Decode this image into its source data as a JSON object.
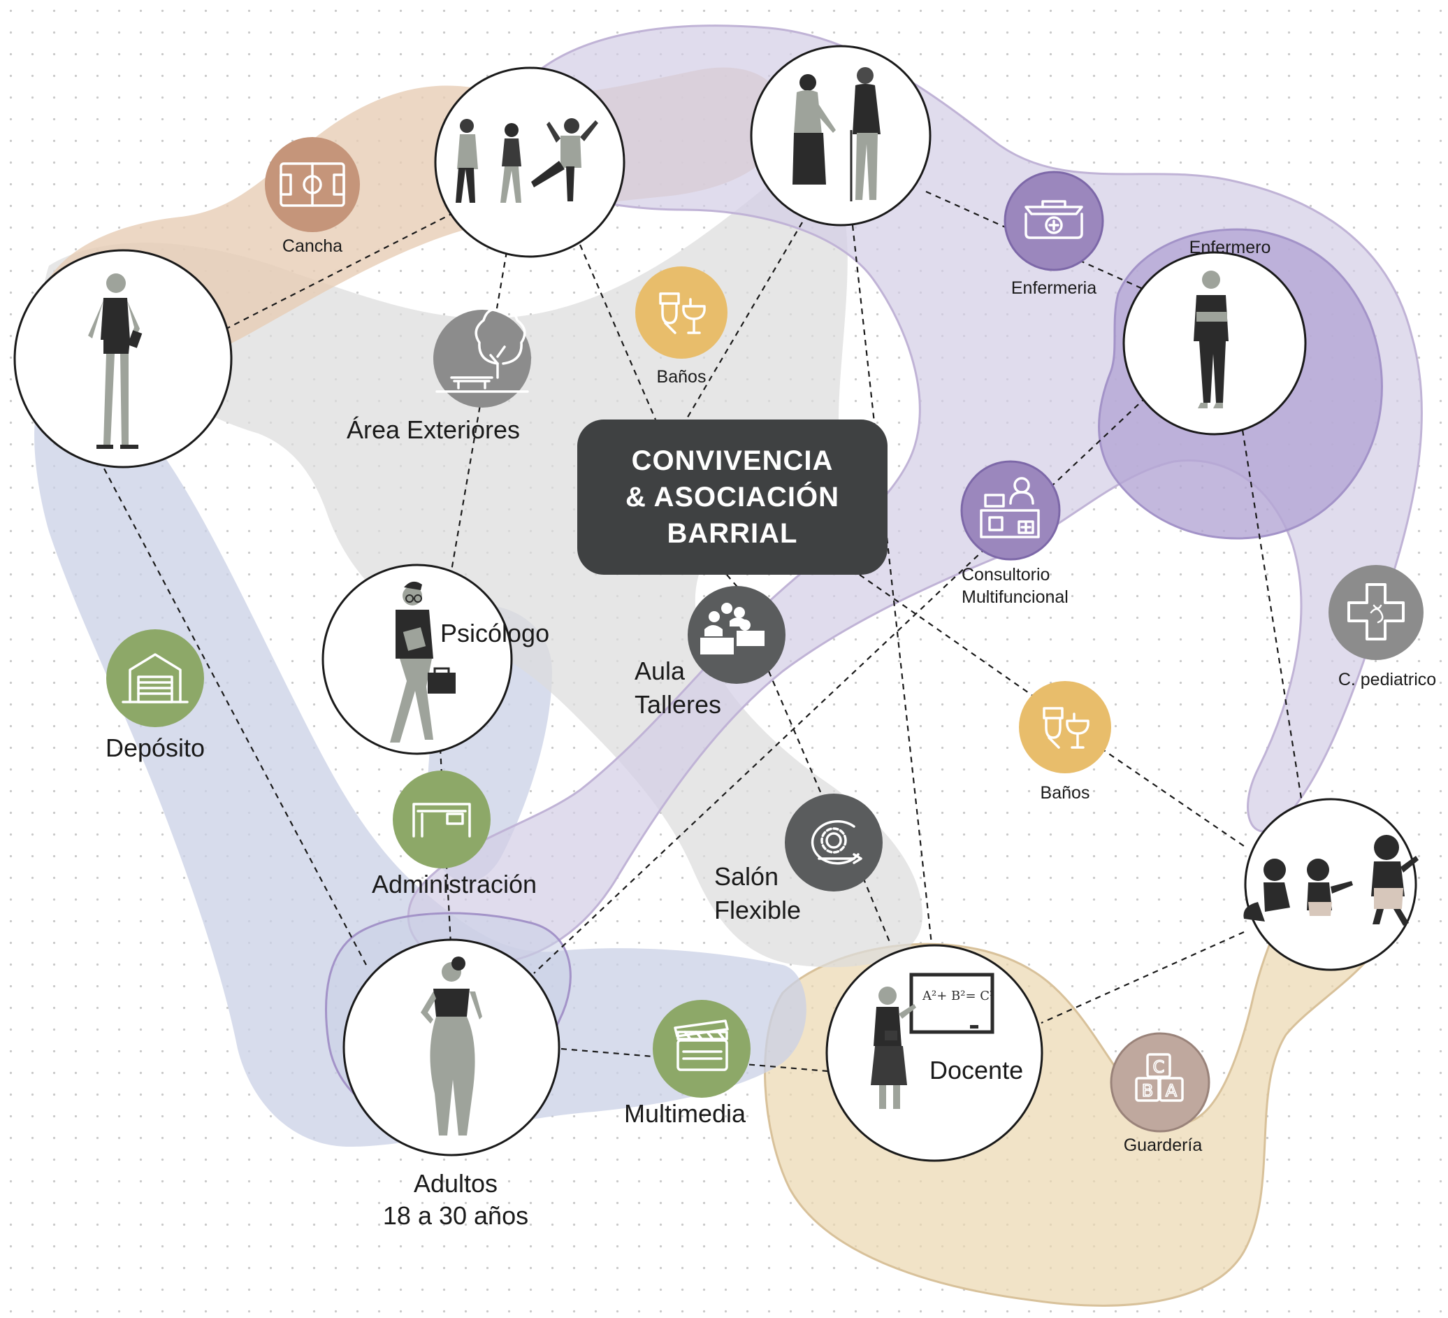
{
  "title": {
    "line1": "CONVIVENCIA",
    "line2": "& ASOCIACIÓN",
    "line3": "BARRIAL"
  },
  "person_nodes": {
    "jovenes": {
      "icon": "teenagers-icon"
    },
    "adultos_mayores": {
      "icon": "elderly-couple-icon"
    },
    "joven_adulto": {
      "icon": "young-person-icon"
    },
    "enfermero": {
      "icon": "nurse-icon",
      "label": "Enfermero"
    },
    "psicologo": {
      "icon": "psychologist-icon",
      "label": "Psicólogo"
    },
    "adultos": {
      "icon": "adult-woman-icon",
      "label_line1": "Adultos",
      "label_line2": "18 a 30 años"
    },
    "docente": {
      "icon": "teacher-icon",
      "label": "Docente",
      "board_text": "A²+ B²= C²"
    },
    "ninos": {
      "icon": "children-icon"
    }
  },
  "space_nodes": {
    "cancha": {
      "label": "Cancha",
      "icon": "soccer-field-icon",
      "color": "#c5957a"
    },
    "banos_top": {
      "label": "Baños",
      "icon": "restroom-icon",
      "color": "#e8bd6b"
    },
    "area_exteriores": {
      "label": "Área Exteriores",
      "icon": "tree-bench-icon",
      "color": "#8c8c8c"
    },
    "enfermeria": {
      "label": "Enfermeria",
      "icon": "first-aid-kit-icon",
      "color": "#9b87bd"
    },
    "consultorio": {
      "label_line1": "Consultorio",
      "label_line2": "Multifuncional",
      "icon": "doctor-desk-icon",
      "color": "#9b87bd"
    },
    "c_pediatrico": {
      "label": "C. pediatrico",
      "icon": "medical-cross-icon",
      "color": "#8c8c8c"
    },
    "deposito": {
      "label": "Depósito",
      "icon": "garage-icon",
      "color": "#8da868"
    },
    "aula_talleres": {
      "label_line1": "Aula",
      "label_line2": "Talleres",
      "icon": "classroom-icon",
      "color": "#5a5c5d"
    },
    "banos_right": {
      "label": "Baños",
      "icon": "restroom-icon",
      "color": "#e8bd6b"
    },
    "administracion": {
      "label": "Administración",
      "icon": "desk-icon",
      "color": "#8da868"
    },
    "salon_flexible": {
      "label_line1": "Salón",
      "label_line2": "Flexible",
      "icon": "flexible-room-icon",
      "color": "#5a5c5d"
    },
    "multimedia": {
      "label": "Multimedia",
      "icon": "clapperboard-icon",
      "color": "#8da868"
    },
    "guarderia": {
      "label": "Guardería",
      "icon": "abc-blocks-icon",
      "color": "#bfa89e"
    }
  },
  "zone_colors": {
    "orange": "#e7cdb5",
    "gray": "#dcdcdc",
    "lavender": "#d3cde6",
    "purple": "#b4a6d4",
    "blue": "#c9d0e6",
    "sand": "#ecd8b2"
  }
}
